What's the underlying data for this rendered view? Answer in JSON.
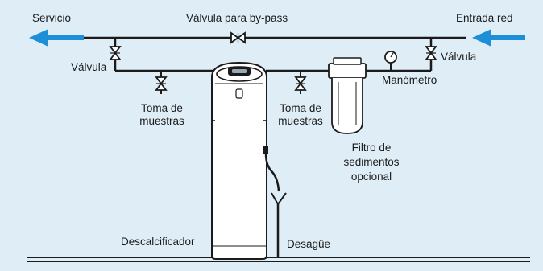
{
  "labels": {
    "servicio": "Servicio",
    "valvula_bypass": "Válvula para by-pass",
    "entrada_red": "Entrada red",
    "valvula_left": "Válvula",
    "valvula_right": "Válvula",
    "manometro": "Manómetro",
    "toma_left_1": "Toma de",
    "toma_left_2": "muestras",
    "toma_right_1": "Toma de",
    "toma_right_2": "muestras",
    "filtro_1": "Filtro de",
    "filtro_2": "sedimentos",
    "filtro_3": "opcional",
    "descalcificador": "Descalcificador",
    "desague": "Desagüe"
  },
  "icons": {
    "flow_arrow_out": "arrow-left-icon",
    "flow_arrow_in": "arrow-left-icon",
    "valve": "gate-valve-icon",
    "gauge": "pressure-gauge-icon"
  },
  "colors": {
    "background": "#dfeef6",
    "arrow": "#1c8fd6",
    "line": "#1b1b1b",
    "unit_body": "#ffffff"
  }
}
